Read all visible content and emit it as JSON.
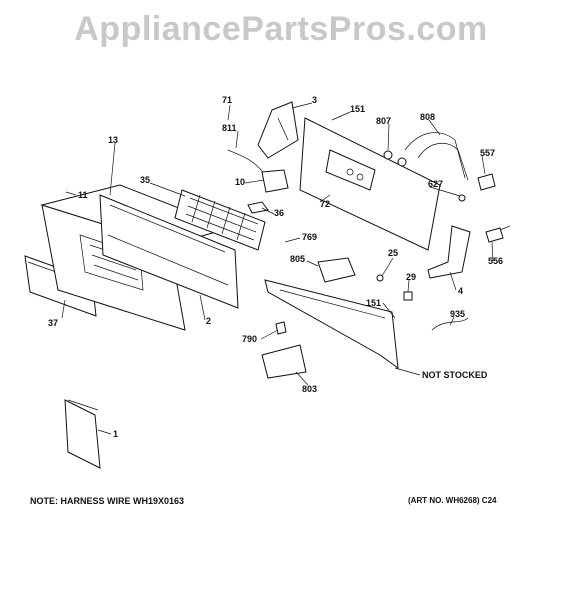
{
  "watermark": "AppliancePartsPros.com",
  "callouts": [
    "1",
    "2",
    "3",
    "4",
    "10",
    "11",
    "13",
    "25",
    "29",
    "35",
    "36",
    "37",
    "71",
    "72",
    "151",
    "151",
    "556",
    "557",
    "627",
    "769",
    "790",
    "803",
    "805",
    "807",
    "808",
    "811",
    "935"
  ],
  "not_stocked": "NOT STOCKED",
  "note": "NOTE: HARNESS WIRE WH19X0163",
  "art_no": "(ART NO. WH6268) C24"
}
